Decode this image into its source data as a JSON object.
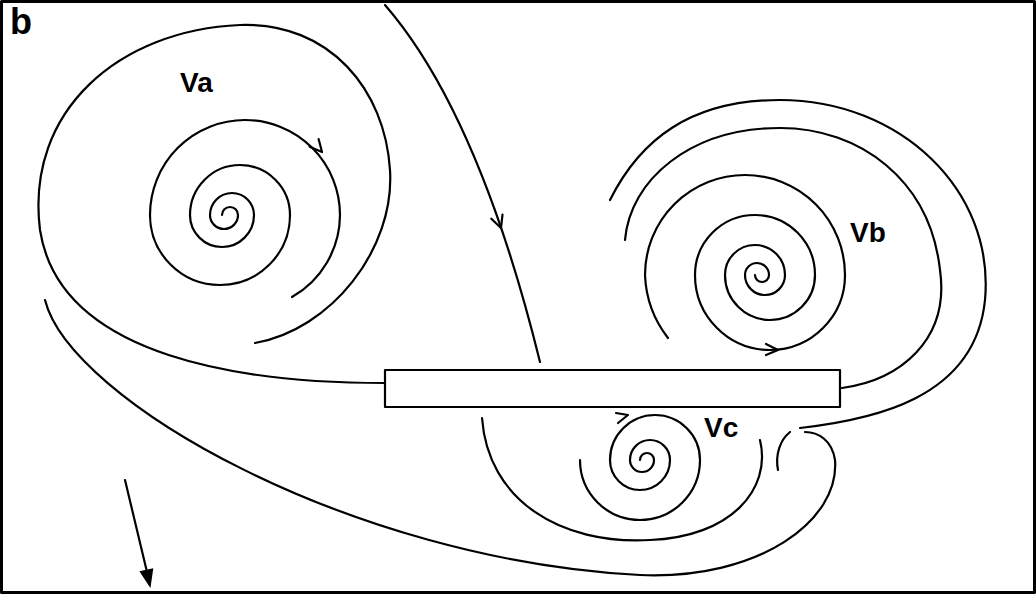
{
  "diagram": {
    "labels": [
      "b",
      "Va",
      "Vb",
      "Vc"
    ]
  }
}
